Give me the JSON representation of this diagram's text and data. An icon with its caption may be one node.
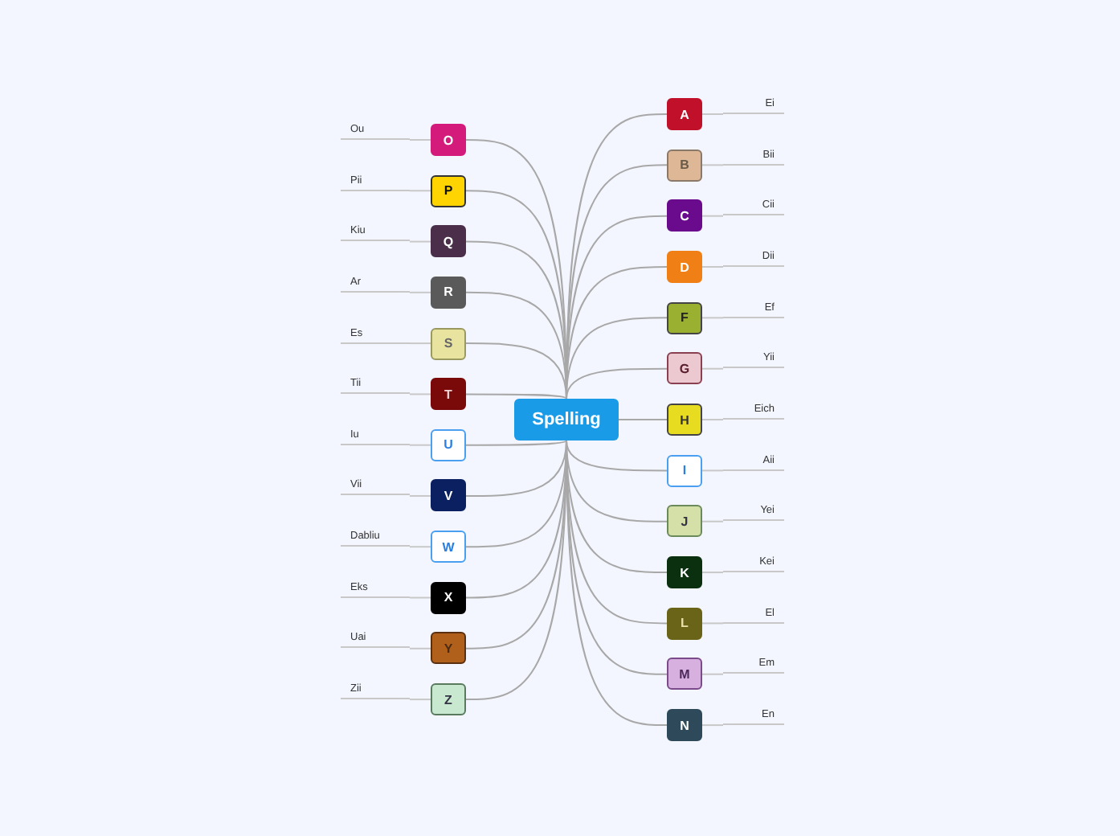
{
  "diagram": {
    "nodes": [
      {
        "text": [
          "Spelling"
        ]
      },
      {
        "text": [
          "A"
        ]
      },
      {
        "text": [
          "Ei"
        ]
      },
      {
        "text": [
          "B"
        ]
      },
      {
        "text": [
          "Bii"
        ]
      },
      {
        "text": [
          "C"
        ]
      },
      {
        "text": [
          "Cii"
        ]
      },
      {
        "text": [
          "D"
        ]
      },
      {
        "text": [
          "Dii"
        ]
      },
      {
        "text": [
          "F"
        ]
      },
      {
        "text": [
          "Ef"
        ]
      },
      {
        "text": [
          "G"
        ]
      },
      {
        "text": [
          "Yii"
        ]
      },
      {
        "text": [
          "H"
        ]
      },
      {
        "text": [
          "Eich"
        ]
      },
      {
        "text": [
          "I"
        ]
      },
      {
        "text": [
          "Aii"
        ]
      },
      {
        "text": [
          "J"
        ]
      },
      {
        "text": [
          "Yei"
        ]
      },
      {
        "text": [
          "K"
        ]
      },
      {
        "text": [
          "Kei"
        ]
      },
      {
        "text": [
          "L"
        ]
      },
      {
        "text": [
          "El"
        ]
      },
      {
        "text": [
          "M"
        ]
      },
      {
        "text": [
          "Em"
        ]
      },
      {
        "text": [
          "N"
        ]
      },
      {
        "text": [
          "En"
        ]
      },
      {
        "text": [
          "O"
        ]
      },
      {
        "text": [
          "Ou"
        ]
      },
      {
        "text": [
          "P"
        ]
      },
      {
        "text": [
          "Pii"
        ]
      },
      {
        "text": [
          "Q"
        ]
      },
      {
        "text": [
          "Kiu"
        ]
      },
      {
        "text": [
          "R"
        ]
      },
      {
        "text": [
          "Ar"
        ]
      },
      {
        "text": [
          "S"
        ]
      },
      {
        "text": [
          "Es"
        ]
      },
      {
        "text": [
          "T"
        ]
      },
      {
        "text": [
          "Tii"
        ]
      },
      {
        "text": [
          "U"
        ]
      },
      {
        "text": [
          "Iu"
        ]
      },
      {
        "text": [
          "V"
        ]
      },
      {
        "text": [
          "Vii"
        ]
      },
      {
        "text": [
          "W"
        ]
      },
      {
        "text": [
          "Dabliu"
        ]
      },
      {
        "text": [
          "X"
        ]
      },
      {
        "text": [
          "Eks"
        ]
      },
      {
        "text": [
          "Y"
        ]
      },
      {
        "text": [
          "Uai"
        ]
      },
      {
        "text": [
          "Z"
        ]
      },
      {
        "text": [
          "Zii"
        ]
      }
    ],
    "edges": [
      {
        "from": 0,
        "to": 1,
        "arrow": "none"
      },
      {
        "from": 1,
        "to": 2,
        "arrow": "none"
      },
      {
        "from": 0,
        "to": 3,
        "arrow": "none"
      },
      {
        "from": 3,
        "to": 4,
        "arrow": "none"
      },
      {
        "from": 0,
        "to": 5,
        "arrow": "none"
      },
      {
        "from": 5,
        "to": 6,
        "arrow": "none"
      },
      {
        "from": 0,
        "to": 7,
        "arrow": "none"
      },
      {
        "from": 7,
        "to": 8,
        "arrow": "none"
      },
      {
        "from": 0,
        "to": 9,
        "arrow": "none"
      },
      {
        "from": 9,
        "to": 10,
        "arrow": "none"
      },
      {
        "from": 0,
        "to": 11,
        "arrow": "none"
      },
      {
        "from": 11,
        "to": 12,
        "arrow": "none"
      },
      {
        "from": 0,
        "to": 13,
        "arrow": "none"
      },
      {
        "from": 13,
        "to": 14,
        "arrow": "none"
      },
      {
        "from": 0,
        "to": 15,
        "arrow": "none"
      },
      {
        "from": 15,
        "to": 16,
        "arrow": "none"
      },
      {
        "from": 0,
        "to": 17,
        "arrow": "none"
      },
      {
        "from": 17,
        "to": 18,
        "arrow": "none"
      },
      {
        "from": 0,
        "to": 19,
        "arrow": "none"
      },
      {
        "from": 19,
        "to": 20,
        "arrow": "none"
      },
      {
        "from": 0,
        "to": 21,
        "arrow": "none"
      },
      {
        "from": 21,
        "to": 22,
        "arrow": "none"
      },
      {
        "from": 0,
        "to": 23,
        "arrow": "none"
      },
      {
        "from": 23,
        "to": 24,
        "arrow": "none"
      },
      {
        "from": 0,
        "to": 25,
        "arrow": "none"
      },
      {
        "from": 25,
        "to": 26,
        "arrow": "none"
      },
      {
        "from": 0,
        "to": 27,
        "arrow": "none"
      },
      {
        "from": 27,
        "to": 28,
        "arrow": "none"
      },
      {
        "from": 0,
        "to": 29,
        "arrow": "none"
      },
      {
        "from": 29,
        "to": 30,
        "arrow": "none"
      },
      {
        "from": 0,
        "to": 31,
        "arrow": "none"
      },
      {
        "from": 31,
        "to": 32,
        "arrow": "none"
      },
      {
        "from": 0,
        "to": 33,
        "arrow": "none"
      },
      {
        "from": 33,
        "to": 34,
        "arrow": "none"
      },
      {
        "from": 0,
        "to": 35,
        "arrow": "none"
      },
      {
        "from": 35,
        "to": 36,
        "arrow": "none"
      },
      {
        "from": 0,
        "to": 37,
        "arrow": "none"
      },
      {
        "from": 37,
        "to": 38,
        "arrow": "none"
      },
      {
        "from": 0,
        "to": 39,
        "arrow": "none"
      },
      {
        "from": 39,
        "to": 40,
        "arrow": "none"
      },
      {
        "from": 0,
        "to": 41,
        "arrow": "none"
      },
      {
        "from": 41,
        "to": 42,
        "arrow": "none"
      },
      {
        "from": 0,
        "to": 43,
        "arrow": "none"
      },
      {
        "from": 43,
        "to": 44,
        "arrow": "none"
      },
      {
        "from": 0,
        "to": 45,
        "arrow": "none"
      },
      {
        "from": 45,
        "to": 46,
        "arrow": "none"
      },
      {
        "from": 0,
        "to": 47,
        "arrow": "none"
      },
      {
        "from": 47,
        "to": 48,
        "arrow": "none"
      },
      {
        "from": 0,
        "to": 49,
        "arrow": "none"
      },
      {
        "from": 49,
        "to": 50,
        "arrow": "none"
      }
    ]
  }
}
